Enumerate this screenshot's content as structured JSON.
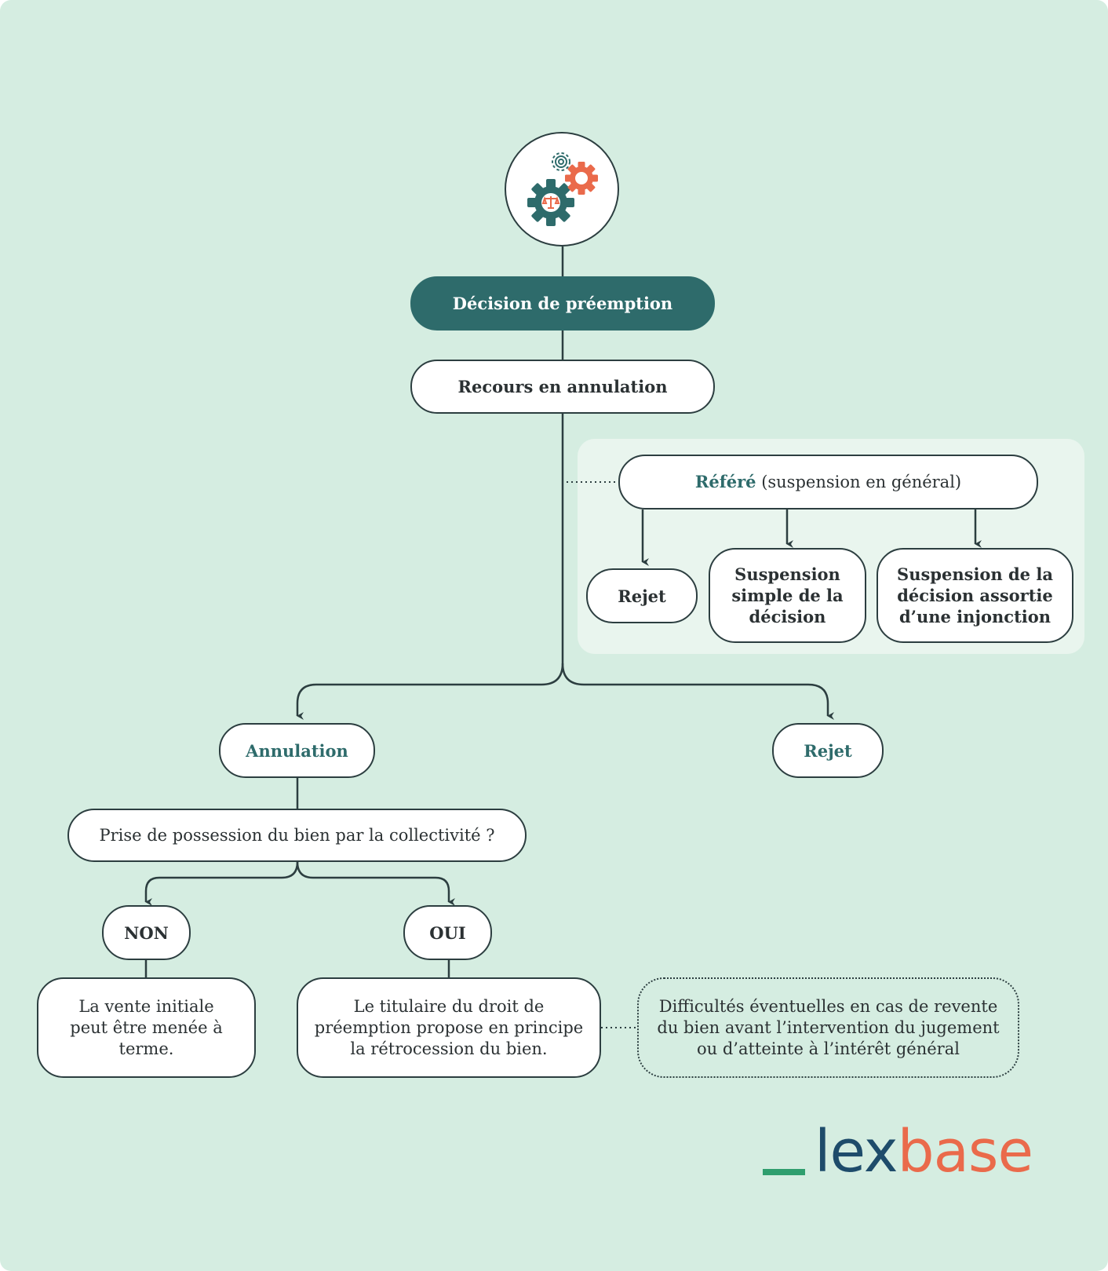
{
  "diagram": {
    "icon": "gears-with-scales-icon",
    "decision": "Décision de préemption",
    "recours": "Recours en annulation",
    "refere": {
      "label": "Référé",
      "suffix": " (suspension en général)",
      "options": [
        "Rejet",
        "Suspension simple de la décision",
        "Suspension de la décision assortie d’une injonction"
      ]
    },
    "annulation": "Annulation",
    "rejet": "Rejet",
    "question": "Prise de possession du bien par la collectivité ?",
    "non": "NON",
    "oui": "OUI",
    "non_result": "La vente initiale peut être menée à terme.",
    "oui_result": "Le titulaire du droit de préemption propose en principe la rétrocession du bien.",
    "note": "Difficultés éventuelles en cas de revente du bien avant l’intervention du jugement ou d’atteinte à l’intérêt général"
  },
  "logo": {
    "part1": "lex",
    "part2": "base"
  },
  "colors": {
    "background": "#d5ede1",
    "panel": "#e9f5ee",
    "accent_teal": "#2e6b6b",
    "gear_orange": "#ea6a4b",
    "logo_blue": "#1e4c6b",
    "logo_green": "#2f9e6e"
  }
}
